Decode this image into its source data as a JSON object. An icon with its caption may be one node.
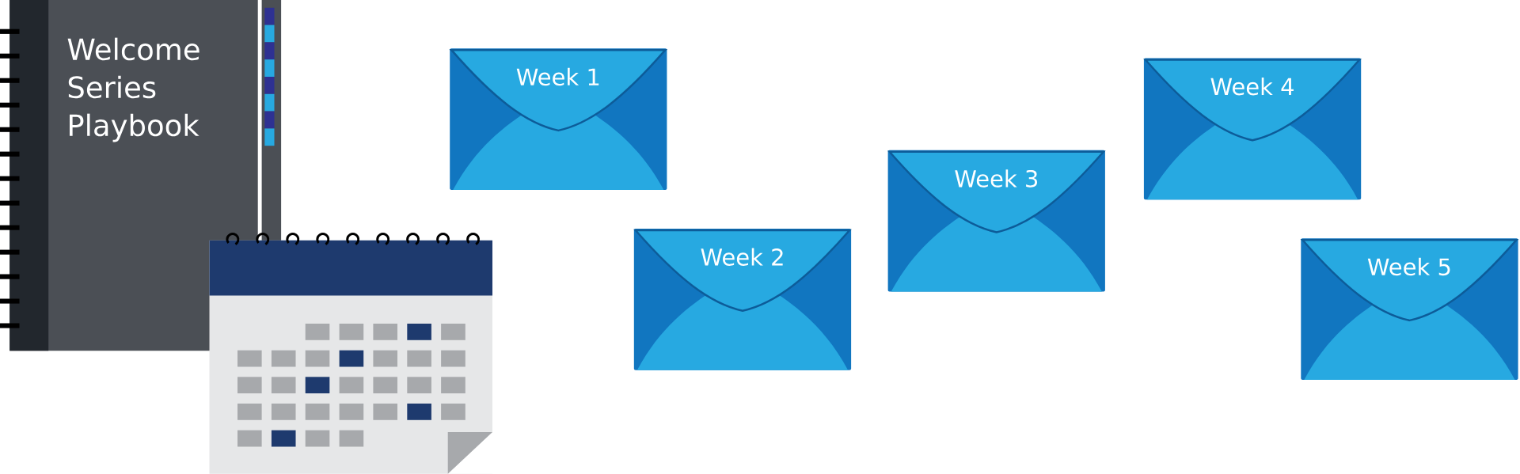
{
  "diagram": {
    "nodes": [
      {
        "text": [
          "Welcome Series Playbook"
        ]
      },
      {
        "text": [
          "Week 1"
        ]
      },
      {
        "text": [
          "Week 2"
        ]
      },
      {
        "text": [
          "Week 3"
        ]
      },
      {
        "text": [
          "Week 4"
        ]
      },
      {
        "text": [
          "Week 5"
        ]
      }
    ]
  }
}
